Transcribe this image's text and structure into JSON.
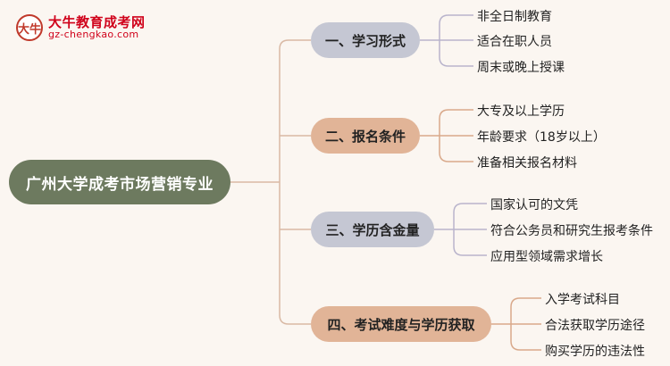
{
  "logo": {
    "mark": "大牛",
    "title": "大牛教育成考网",
    "url": "gz-chengkao.com"
  },
  "root": {
    "label": "广州大学成考市场营销专业"
  },
  "branches": [
    {
      "label": "一、学习形式",
      "items": [
        "非全日制教育",
        "适合在职人员",
        "周末或晚上授课"
      ]
    },
    {
      "label": "二、报名条件",
      "items": [
        "大专及以上学历",
        "年龄要求（18岁以上）",
        "准备相关报名材料"
      ]
    },
    {
      "label": "三、学历含金量",
      "items": [
        "国家认可的文凭",
        "符合公务员和研究生报考条件",
        "应用型领域需求增长"
      ]
    },
    {
      "label": "四、考试难度与学历获取",
      "items": [
        "入学考试科目",
        "合法获取学历途径",
        "购买学历的违法性"
      ]
    }
  ],
  "colors": {
    "root": "#6d7a5f",
    "branch_gray": "#c5c7d3",
    "branch_peach": "#e1b497",
    "connector_root": "#d9b9a4",
    "connector_gray": "#b9b4cc",
    "connector_peach": "#d9a98b",
    "logo_red": "#d0021b"
  }
}
